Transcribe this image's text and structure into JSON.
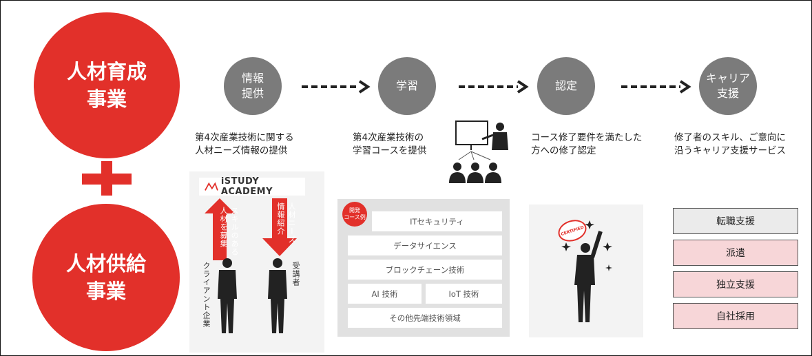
{
  "left": {
    "top_circle": "人材育成\n事業",
    "bottom_circle": "人材供給\n事業"
  },
  "steps": [
    {
      "label": "情報\n提供",
      "desc": "第4次産業技術に関する\n人材ニーズ情報の提供"
    },
    {
      "label": "学習",
      "desc": "第4次産業技術の\n学習コースを提供"
    },
    {
      "label": "認定",
      "desc": "コース修了要件を満たした\n方への修了認定"
    },
    {
      "label": "キャリア\n支援",
      "desc": "修了者のスキル、ご意向に\n沿うキャリア支援サービス"
    }
  ],
  "academy": {
    "logo_text": "iSTUDY ACADEMY",
    "up_arrow_text": "スキルのある\n人材を募集",
    "down_arrow_text": "人材ニーズ\n情報紹介",
    "client_label": "クライアント企業",
    "student_label": "受講者"
  },
  "courses": {
    "badge": "開発\nコース例",
    "items": [
      "ITセキュリティ",
      "データサイエンス",
      "ブロックチェーン技術",
      "AI 技術",
      "IoT 技術",
      "その他先端技術領域"
    ]
  },
  "certified_stamp": "CERTIFIED",
  "career": {
    "items": [
      "転職支援",
      "派遣",
      "独立支援",
      "自社採用"
    ],
    "colors": [
      "#ebebeb",
      "#f7d6d8",
      "#f7d6d8",
      "#f7d6d8"
    ]
  },
  "colors": {
    "red": "#e2302a",
    "step_gray": "#7b7b7b",
    "panel_gray": "#f3f3f3"
  }
}
